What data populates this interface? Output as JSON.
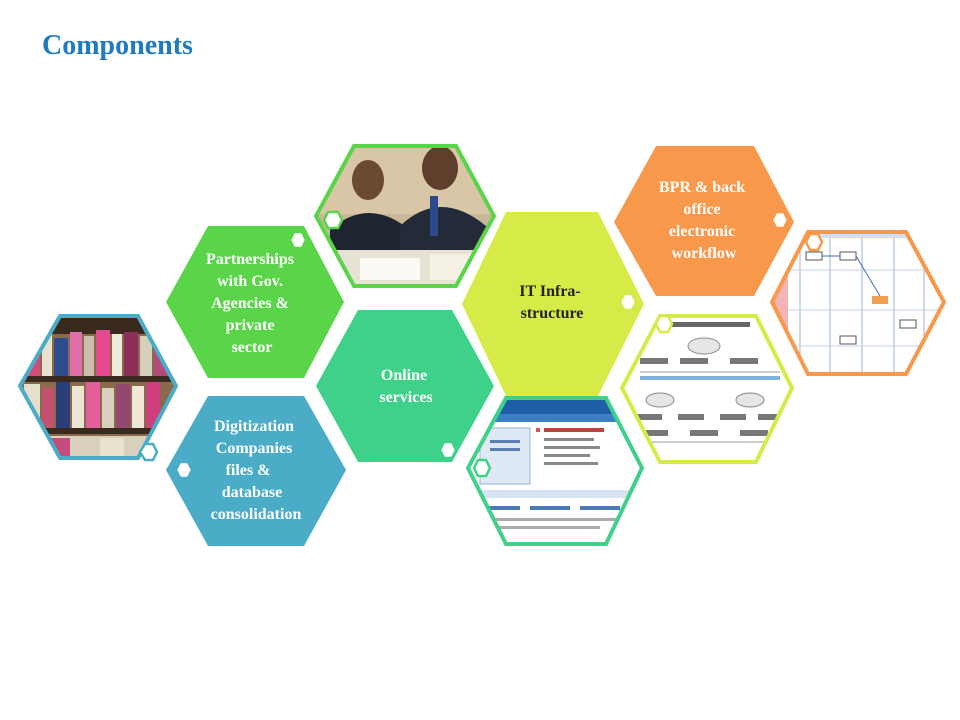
{
  "title": "Components",
  "colors": {
    "title": "#1f7bbf",
    "digitization": "#4aacc6",
    "partnerships": "#5ad54a",
    "online": "#3fd18a",
    "it_infra": "#d6ea48",
    "bpr": "#f7984a",
    "photo_border_blue": "#4aacc6",
    "photo_border_green": "#5ad54a",
    "photo_border_lime": "#d6ea48",
    "photo_border_orange": "#f7984a"
  },
  "components": {
    "digitization": "Digitization Companies files & database consolidation",
    "partnerships": "Partnerships with Gov. Agencies & private sector",
    "online_services": "Online services",
    "it_infrastructure": "IT Infra-structure",
    "bpr": "BPR & back office electronic workflow"
  },
  "digitization_lines": [
    "Digitization",
    "Companies",
    "files  &",
    "database",
    "consolidation"
  ],
  "partnerships_lines": [
    "Partnerships",
    "with  Gov.",
    "Agencies &",
    "private",
    "sector"
  ],
  "online_lines": [
    "Online",
    "services"
  ],
  "it_infra_lines": [
    "IT Infra-",
    "structure"
  ],
  "bpr_lines": [
    "BPR &  back",
    "office",
    "electronic",
    "workflow"
  ],
  "images": {
    "files_photo": "file-shelves-photo",
    "meeting_photo": "signing-meeting-photo",
    "website_screenshot": "company-registry-website-image",
    "network_diagram": "network-diagram-image",
    "workflow_diagram": "workflow-diagram-image"
  }
}
